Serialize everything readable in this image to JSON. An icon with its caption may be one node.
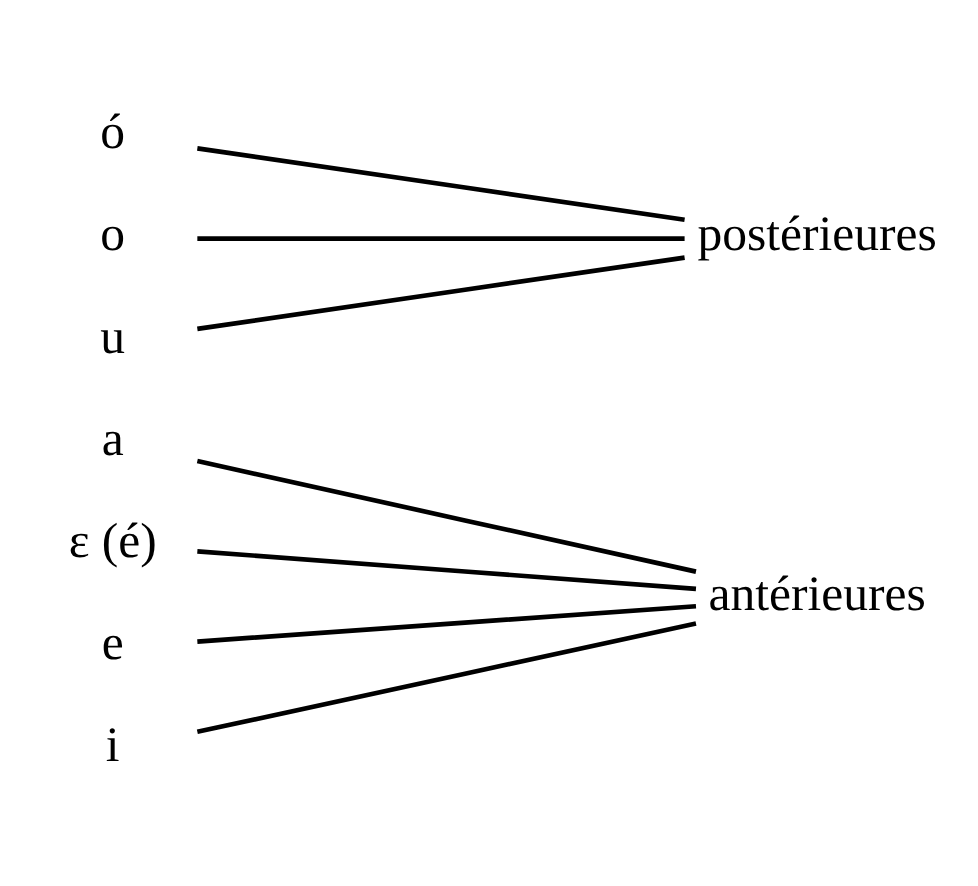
{
  "diagram": {
    "nodes": [
      {
        "text": [
          "a"
        ]
      },
      {
        "text": [
          "ε (é)"
        ]
      },
      {
        "text": [
          "e"
        ]
      },
      {
        "text": [
          "i"
        ]
      },
      {
        "text": [
          "antérieures"
        ]
      },
      {
        "text": [
          "ó"
        ]
      },
      {
        "text": [
          "o"
        ]
      },
      {
        "text": [
          "u"
        ]
      },
      {
        "text": [
          "postérieures"
        ]
      }
    ],
    "edges": [
      {
        "from": 0,
        "to": 4,
        "arrow": "none"
      },
      {
        "from": 1,
        "to": 4,
        "arrow": "none"
      },
      {
        "from": 2,
        "to": 4,
        "arrow": "none"
      },
      {
        "from": 3,
        "to": 4,
        "arrow": "none"
      },
      {
        "from": 5,
        "to": 8,
        "arrow": "none"
      },
      {
        "from": 6,
        "to": 8,
        "arrow": "none"
      },
      {
        "from": 7,
        "to": 8,
        "arrow": "none"
      }
    ]
  }
}
